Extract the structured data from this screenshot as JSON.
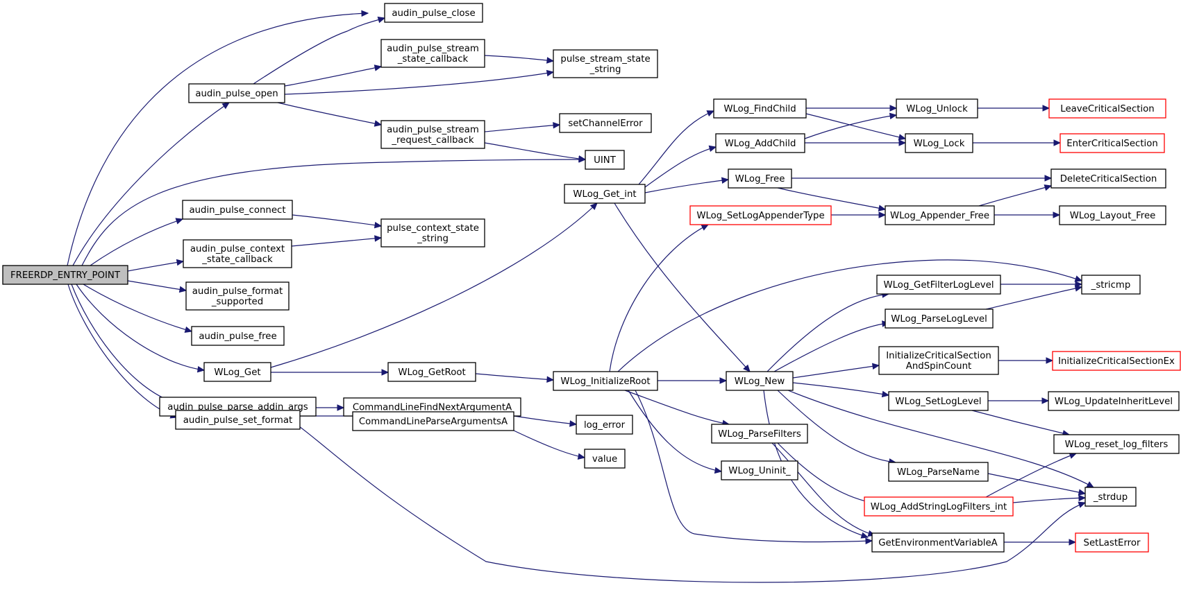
{
  "colors": {
    "edge": "#191970",
    "node_border": "#000000",
    "node_fill": "#ffffff",
    "root_fill": "#bfbfbf",
    "external_border": "#ff0000"
  },
  "nodes": [
    {
      "id": "FREERDP_ENTRY_POINT",
      "lines": [
        "FREERDP_ENTRY_POINT"
      ],
      "style": "root"
    },
    {
      "id": "audin_pulse_close",
      "lines": [
        "audin_pulse_close"
      ]
    },
    {
      "id": "audin_pulse_open",
      "lines": [
        "audin_pulse_open"
      ]
    },
    {
      "id": "audin_pulse_stream_state_callback",
      "lines": [
        "audin_pulse_stream",
        "_state_callback"
      ]
    },
    {
      "id": "pulse_stream_state_string",
      "lines": [
        "pulse_stream_state",
        "_string"
      ]
    },
    {
      "id": "audin_pulse_stream_request_callback",
      "lines": [
        "audin_pulse_stream",
        "_request_callback"
      ]
    },
    {
      "id": "setChannelError",
      "lines": [
        "setChannelError"
      ]
    },
    {
      "id": "UINT",
      "lines": [
        "UINT"
      ]
    },
    {
      "id": "audin_pulse_connect",
      "lines": [
        "audin_pulse_connect"
      ]
    },
    {
      "id": "pulse_context_state_string",
      "lines": [
        "pulse_context_state",
        "_string"
      ]
    },
    {
      "id": "audin_pulse_context_state_callback",
      "lines": [
        "audin_pulse_context",
        "_state_callback"
      ]
    },
    {
      "id": "audin_pulse_format_supported",
      "lines": [
        "audin_pulse_format",
        "_supported"
      ]
    },
    {
      "id": "audin_pulse_free",
      "lines": [
        "audin_pulse_free"
      ]
    },
    {
      "id": "WLog_Get",
      "lines": [
        "WLog_Get"
      ]
    },
    {
      "id": "WLog_GetRoot",
      "lines": [
        "WLog_GetRoot"
      ]
    },
    {
      "id": "audin_pulse_parse_addin_args",
      "lines": [
        "audin_pulse_parse_addin_args"
      ]
    },
    {
      "id": "CommandLineFindNextArgumentA",
      "lines": [
        "CommandLineFindNextArgumentA"
      ]
    },
    {
      "id": "CommandLineParseArgumentsA",
      "lines": [
        "CommandLineParseArgumentsA"
      ]
    },
    {
      "id": "log_error",
      "lines": [
        "log_error"
      ]
    },
    {
      "id": "value",
      "lines": [
        "value"
      ]
    },
    {
      "id": "audin_pulse_set_format",
      "lines": [
        "audin_pulse_set_format"
      ]
    },
    {
      "id": "WLog_Get_int",
      "lines": [
        "WLog_Get_int"
      ]
    },
    {
      "id": "WLog_FindChild",
      "lines": [
        "WLog_FindChild"
      ]
    },
    {
      "id": "WLog_AddChild",
      "lines": [
        "WLog_AddChild"
      ]
    },
    {
      "id": "WLog_Free",
      "lines": [
        "WLog_Free"
      ]
    },
    {
      "id": "WLog_SetLogAppenderType",
      "lines": [
        "WLog_SetLogAppenderType"
      ],
      "style": "external"
    },
    {
      "id": "WLog_Unlock",
      "lines": [
        "WLog_Unlock"
      ]
    },
    {
      "id": "WLog_Lock",
      "lines": [
        "WLog_Lock"
      ]
    },
    {
      "id": "LeaveCriticalSection",
      "lines": [
        "LeaveCriticalSection"
      ],
      "style": "external"
    },
    {
      "id": "EnterCriticalSection",
      "lines": [
        "EnterCriticalSection"
      ],
      "style": "external"
    },
    {
      "id": "DeleteCriticalSection",
      "lines": [
        "DeleteCriticalSection"
      ]
    },
    {
      "id": "WLog_Appender_Free",
      "lines": [
        "WLog_Appender_Free"
      ]
    },
    {
      "id": "WLog_Layout_Free",
      "lines": [
        "WLog_Layout_Free"
      ]
    },
    {
      "id": "WLog_InitializeRoot",
      "lines": [
        "WLog_InitializeRoot"
      ]
    },
    {
      "id": "WLog_New",
      "lines": [
        "WLog_New"
      ]
    },
    {
      "id": "WLog_ParseFilters",
      "lines": [
        "WLog_ParseFilters"
      ]
    },
    {
      "id": "WLog_Uninit_",
      "lines": [
        "WLog_Uninit_"
      ]
    },
    {
      "id": "WLog_GetFilterLogLevel",
      "lines": [
        "WLog_GetFilterLogLevel"
      ]
    },
    {
      "id": "_stricmp",
      "lines": [
        "_stricmp"
      ]
    },
    {
      "id": "WLog_ParseLogLevel",
      "lines": [
        "WLog_ParseLogLevel"
      ]
    },
    {
      "id": "InitializeCriticalSectionAndSpinCount",
      "lines": [
        "InitializeCriticalSection",
        "AndSpinCount"
      ]
    },
    {
      "id": "InitializeCriticalSectionEx",
      "lines": [
        "InitializeCriticalSectionEx"
      ],
      "style": "external"
    },
    {
      "id": "WLog_SetLogLevel",
      "lines": [
        "WLog_SetLogLevel"
      ]
    },
    {
      "id": "WLog_UpdateInheritLevel",
      "lines": [
        "WLog_UpdateInheritLevel"
      ]
    },
    {
      "id": "WLog_reset_log_filters",
      "lines": [
        "WLog_reset_log_filters"
      ]
    },
    {
      "id": "WLog_ParseName",
      "lines": [
        "WLog_ParseName"
      ]
    },
    {
      "id": "_strdup",
      "lines": [
        "_strdup"
      ]
    },
    {
      "id": "WLog_AddStringLogFilters_int",
      "lines": [
        "WLog_AddStringLogFilters_int"
      ],
      "style": "external"
    },
    {
      "id": "GetEnvironmentVariableA",
      "lines": [
        "GetEnvironmentVariableA"
      ]
    },
    {
      "id": "SetLastError",
      "lines": [
        "SetLastError"
      ],
      "style": "external"
    }
  ],
  "edges": [
    [
      "FREERDP_ENTRY_POINT",
      "audin_pulse_close"
    ],
    [
      "FREERDP_ENTRY_POINT",
      "audin_pulse_open"
    ],
    [
      "FREERDP_ENTRY_POINT",
      "UINT"
    ],
    [
      "FREERDP_ENTRY_POINT",
      "audin_pulse_connect"
    ],
    [
      "FREERDP_ENTRY_POINT",
      "audin_pulse_context_state_callback"
    ],
    [
      "FREERDP_ENTRY_POINT",
      "audin_pulse_format_supported"
    ],
    [
      "FREERDP_ENTRY_POINT",
      "audin_pulse_free"
    ],
    [
      "FREERDP_ENTRY_POINT",
      "WLog_Get"
    ],
    [
      "FREERDP_ENTRY_POINT",
      "audin_pulse_parse_addin_args"
    ],
    [
      "FREERDP_ENTRY_POINT",
      "audin_pulse_set_format"
    ],
    [
      "audin_pulse_open",
      "audin_pulse_close"
    ],
    [
      "audin_pulse_open",
      "audin_pulse_stream_state_callback"
    ],
    [
      "audin_pulse_open",
      "pulse_stream_state_string"
    ],
    [
      "audin_pulse_open",
      "audin_pulse_stream_request_callback"
    ],
    [
      "audin_pulse_stream_state_callback",
      "pulse_stream_state_string"
    ],
    [
      "audin_pulse_stream_request_callback",
      "setChannelError"
    ],
    [
      "audin_pulse_stream_request_callback",
      "UINT"
    ],
    [
      "audin_pulse_connect",
      "pulse_context_state_string"
    ],
    [
      "audin_pulse_context_state_callback",
      "pulse_context_state_string"
    ],
    [
      "WLog_Get",
      "WLog_Get_int"
    ],
    [
      "WLog_Get",
      "WLog_GetRoot"
    ],
    [
      "WLog_GetRoot",
      "WLog_InitializeRoot"
    ],
    [
      "audin_pulse_parse_addin_args",
      "CommandLineFindNextArgumentA"
    ],
    [
      "audin_pulse_parse_addin_args",
      "CommandLineParseArgumentsA"
    ],
    [
      "audin_pulse_parse_addin_args",
      "_strdup"
    ],
    [
      "CommandLineParseArgumentsA",
      "log_error"
    ],
    [
      "CommandLineParseArgumentsA",
      "value"
    ],
    [
      "WLog_Get_int",
      "WLog_FindChild"
    ],
    [
      "WLog_Get_int",
      "WLog_AddChild"
    ],
    [
      "WLog_Get_int",
      "WLog_Free"
    ],
    [
      "WLog_Get_int",
      "WLog_New"
    ],
    [
      "WLog_FindChild",
      "WLog_Unlock"
    ],
    [
      "WLog_FindChild",
      "WLog_Lock"
    ],
    [
      "WLog_AddChild",
      "WLog_Unlock"
    ],
    [
      "WLog_AddChild",
      "WLog_Lock"
    ],
    [
      "WLog_Unlock",
      "LeaveCriticalSection"
    ],
    [
      "WLog_Lock",
      "EnterCriticalSection"
    ],
    [
      "WLog_Free",
      "DeleteCriticalSection"
    ],
    [
      "WLog_Free",
      "WLog_Appender_Free"
    ],
    [
      "WLog_SetLogAppenderType",
      "WLog_Appender_Free"
    ],
    [
      "WLog_Appender_Free",
      "DeleteCriticalSection"
    ],
    [
      "WLog_Appender_Free",
      "WLog_Layout_Free"
    ],
    [
      "WLog_InitializeRoot",
      "WLog_SetLogAppenderType"
    ],
    [
      "WLog_InitializeRoot",
      "_stricmp"
    ],
    [
      "WLog_InitializeRoot",
      "WLog_New"
    ],
    [
      "WLog_InitializeRoot",
      "WLog_ParseFilters"
    ],
    [
      "WLog_InitializeRoot",
      "WLog_Uninit_"
    ],
    [
      "WLog_InitializeRoot",
      "GetEnvironmentVariableA"
    ],
    [
      "WLog_New",
      "WLog_GetFilterLogLevel"
    ],
    [
      "WLog_New",
      "WLog_ParseLogLevel"
    ],
    [
      "WLog_New",
      "InitializeCriticalSectionAndSpinCount"
    ],
    [
      "WLog_New",
      "WLog_SetLogLevel"
    ],
    [
      "WLog_New",
      "WLog_ParseName"
    ],
    [
      "WLog_New",
      "_strdup"
    ],
    [
      "WLog_New",
      "GetEnvironmentVariableA"
    ],
    [
      "WLog_ParseFilters",
      "WLog_AddStringLogFilters_int"
    ],
    [
      "WLog_ParseFilters",
      "GetEnvironmentVariableA"
    ],
    [
      "WLog_GetFilterLogLevel",
      "_stricmp"
    ],
    [
      "WLog_ParseLogLevel",
      "_stricmp"
    ],
    [
      "InitializeCriticalSectionAndSpinCount",
      "InitializeCriticalSectionEx"
    ],
    [
      "WLog_SetLogLevel",
      "WLog_UpdateInheritLevel"
    ],
    [
      "WLog_SetLogLevel",
      "WLog_reset_log_filters"
    ],
    [
      "WLog_ParseName",
      "_strdup"
    ],
    [
      "WLog_AddStringLogFilters_int",
      "WLog_reset_log_filters"
    ],
    [
      "WLog_AddStringLogFilters_int",
      "_strdup"
    ],
    [
      "GetEnvironmentVariableA",
      "SetLastError"
    ]
  ]
}
